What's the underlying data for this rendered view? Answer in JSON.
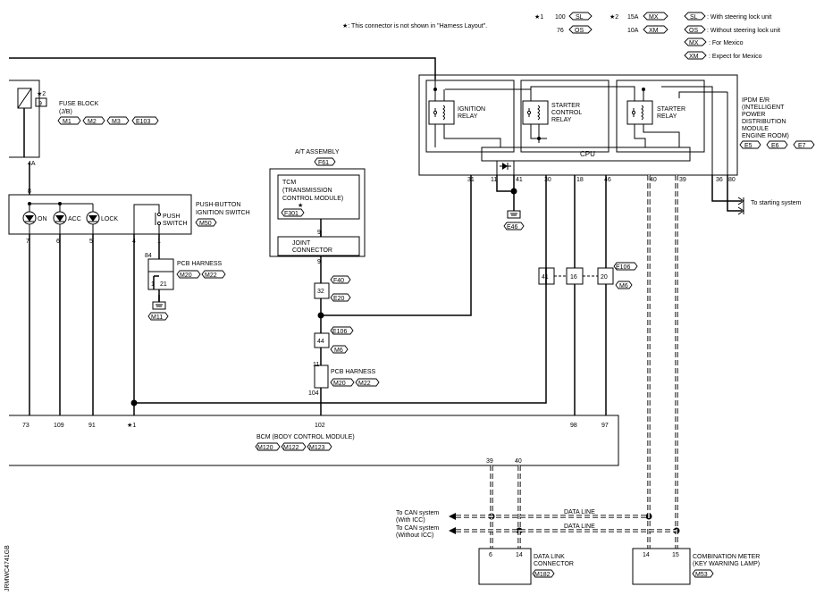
{
  "legend": {
    "note": "★: This connector is not shown in \"Harness Layout\".",
    "star1": "★1",
    "star1_a_code": "100",
    "star1_a_tag": "SL",
    "star1_b_code": "76",
    "star1_b_tag": "OS",
    "star2": "★2",
    "star2_a_code": "15A",
    "star2_a_tag": "MX",
    "star2_b_code": "10A",
    "star2_b_tag": "XM",
    "sl_tag": "SL",
    "sl_desc": ": With steering lock unit",
    "os_tag": "OS",
    "os_desc": ": Without steering lock unit",
    "mx_tag": "MX",
    "mx_desc": ": For Mexico",
    "xm_tag": "XM",
    "xm_desc": ": Expect for Mexico"
  },
  "fuse_block": {
    "star": "★2",
    "fuse_no": "9",
    "label_1": "FUSE BLOCK",
    "label_2": "(J/B)",
    "connectors": [
      "M1",
      "M2",
      "M3",
      "E103"
    ],
    "out_pin": "4A",
    "in_pin": "8"
  },
  "ignition_switch": {
    "label_1": "PUSH-BUTTON",
    "label_2": "IGNITION SWITCH",
    "connector": "M50",
    "leds": [
      "ON",
      "ACC",
      "LOCK"
    ],
    "led_pins": [
      "7",
      "6",
      "5"
    ],
    "push_label_1": "PUSH",
    "push_label_2": "SWITCH",
    "push_pins": [
      "4",
      "1"
    ]
  },
  "pcb_harness_1": {
    "label": "PCB HARNESS",
    "connectors": [
      "M20",
      "M22"
    ],
    "pins": [
      "84",
      "1",
      "21"
    ],
    "ground": "M11"
  },
  "at_assembly": {
    "label": "A/T ASSEMBLY",
    "connector": "F61",
    "tcm_1": "TCM",
    "tcm_2": "(TRANSMISSION",
    "tcm_3": "CONTROL MODULE)",
    "tcm_star": "★",
    "tcm_connector": "F301",
    "pin_a": "9",
    "joint_1": "JOINT",
    "joint_2": "CONNECTOR",
    "pin_b": "9"
  },
  "inline_connectors": {
    "c1_pin": "32",
    "c1_tags": [
      "F40",
      "E20"
    ],
    "c2_pin": "44",
    "c2_tags": [
      "E106",
      "M6"
    ],
    "c3_pins": [
      "41",
      "16",
      "20"
    ],
    "c3_tags": [
      "E106",
      "M6"
    ]
  },
  "pcb_harness_2": {
    "label": "PCB HARNESS",
    "connectors": [
      "M20",
      "M22"
    ],
    "pin_top": "11",
    "pin_bottom": "104"
  },
  "ipdm": {
    "label_1": "IPDM E/R",
    "label_2": "(INTELLIGENT",
    "label_3": "POWER",
    "label_4": "DISTRIBUTION",
    "label_5": "MODULE",
    "label_6": "ENGINE ROOM)",
    "connectors": [
      "E5",
      "E6",
      "E7"
    ],
    "relay_1": [
      "IGNITION",
      "RELAY"
    ],
    "relay_2": [
      "STARTER",
      "CONTROL",
      "RELAY"
    ],
    "relay_3": [
      "STARTER",
      "RELAY"
    ],
    "cpu": "CPU",
    "pins": [
      "31",
      "11",
      "41",
      "30",
      "18",
      "46",
      "40",
      "39",
      "36",
      "80"
    ],
    "ground": "E46",
    "to_starting": "To starting system"
  },
  "bcm": {
    "label": "BCM (BODY CONTROL MODULE)",
    "connectors": [
      "M120",
      "M122",
      "M123"
    ],
    "top_pins": [
      "73",
      "109",
      "91",
      "★1",
      "102",
      "98",
      "97"
    ],
    "bottom_pins": [
      "39",
      "40"
    ]
  },
  "can": {
    "to_with_1": "To CAN system",
    "to_with_2": "(With ICC)",
    "to_without_1": "To CAN system",
    "to_without_2": "(Without ICC)",
    "data_line_1": "DATA LINE",
    "data_line_2": "DATA LINE"
  },
  "data_link": {
    "label_1": "DATA LINK",
    "label_2": "CONNECTOR",
    "connector": "M182",
    "pins": [
      "6",
      "14"
    ]
  },
  "combination_meter": {
    "label_1": "COMBINATION METER",
    "label_2": "(KEY WARNING LAMP)",
    "connector": "M53",
    "pins": [
      "14",
      "15"
    ]
  },
  "diagram_code": "JRMWC4741GB"
}
